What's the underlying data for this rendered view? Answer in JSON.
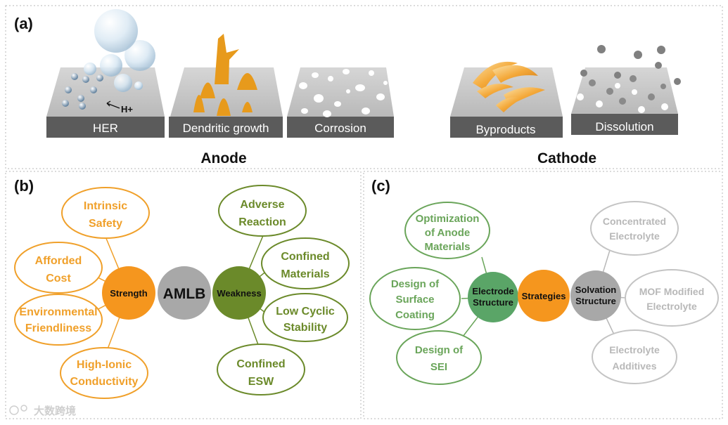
{
  "panel_a": {
    "letter": "(a)",
    "slabs": [
      "HER",
      "Dendritic growth",
      "Corrosion",
      "Byproducts",
      "Dissolution"
    ],
    "h_plus": "H+",
    "anode_label": "Anode",
    "cathode_label": "Cathode"
  },
  "panel_b": {
    "letter": "(b)",
    "center": "AMLB",
    "strength": "Strength",
    "weakness": "Weakness",
    "strengths": [
      {
        "l1": "Intrinsic",
        "l2": "Safety"
      },
      {
        "l1": "Afforded",
        "l2": "Cost"
      },
      {
        "l1": "Environmental",
        "l2": "Friendliness"
      },
      {
        "l1": "High-Ionic",
        "l2": "Conductivity"
      }
    ],
    "weaknesses": [
      {
        "l1": "Adverse",
        "l2": "Reaction"
      },
      {
        "l1": "Confined",
        "l2": "Materials"
      },
      {
        "l1": "Low Cyclic",
        "l2": "Stability"
      },
      {
        "l1": "Confined",
        "l2": "ESW"
      }
    ]
  },
  "panel_c": {
    "letter": "(c)",
    "center": "Strategies",
    "electrode": {
      "l1": "Electrode",
      "l2": "Structure"
    },
    "solvation": {
      "l1": "Solvation",
      "l2": "Structure"
    },
    "electrode_items": [
      {
        "l1": "Optimization",
        "l2": "of Anode",
        "l3": "Materials"
      },
      {
        "l1": "Design of",
        "l2": "Surface",
        "l3": "Coating"
      },
      {
        "l1": "Design of",
        "l2": "SEI",
        "l3": ""
      }
    ],
    "solvation_items": [
      {
        "l1": "Concentrated",
        "l2": "Electrolyte"
      },
      {
        "l1": "MOF Modified",
        "l2": "Electrolyte"
      },
      {
        "l1": "Electrolyte",
        "l2": "Additives"
      }
    ]
  },
  "watermark": "大数跨境",
  "colors": {
    "orange": "#f5961e",
    "olive": "#6b8a2a",
    "green": "#5aa567",
    "gray": "#a8a8a8"
  }
}
